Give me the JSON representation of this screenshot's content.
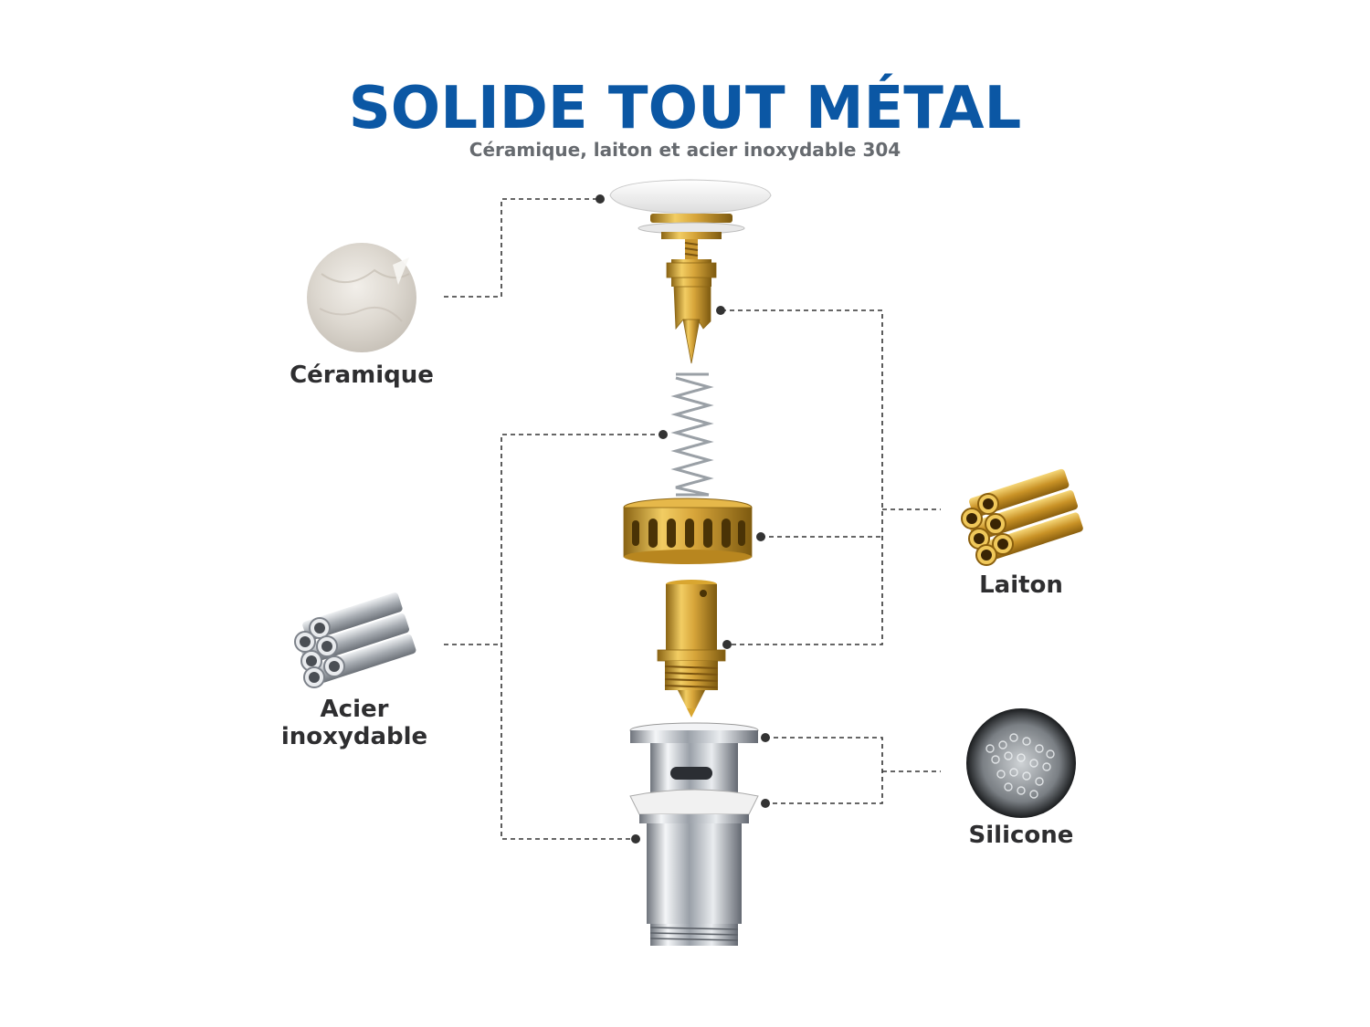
{
  "header": {
    "title": "SOLIDE TOUT MÉTAL",
    "subtitle": "Céramique, laiton et acier inoxydable 304"
  },
  "materials": {
    "ceramic": {
      "label": "Céramique",
      "icon": "ceramic-disc-icon"
    },
    "stainless": {
      "label_line1": "Acier",
      "label_line2": "inoxydable",
      "icon": "steel-pipes-icon"
    },
    "brass": {
      "label": "Laiton",
      "icon": "brass-pipes-icon"
    },
    "silicone": {
      "label": "Silicone",
      "icon": "silicone-pellets-icon"
    }
  },
  "colors": {
    "title": "#0b57a4",
    "brass": "#d9a630",
    "chrome": "#c8ccd2",
    "leader_line": "#333333"
  }
}
